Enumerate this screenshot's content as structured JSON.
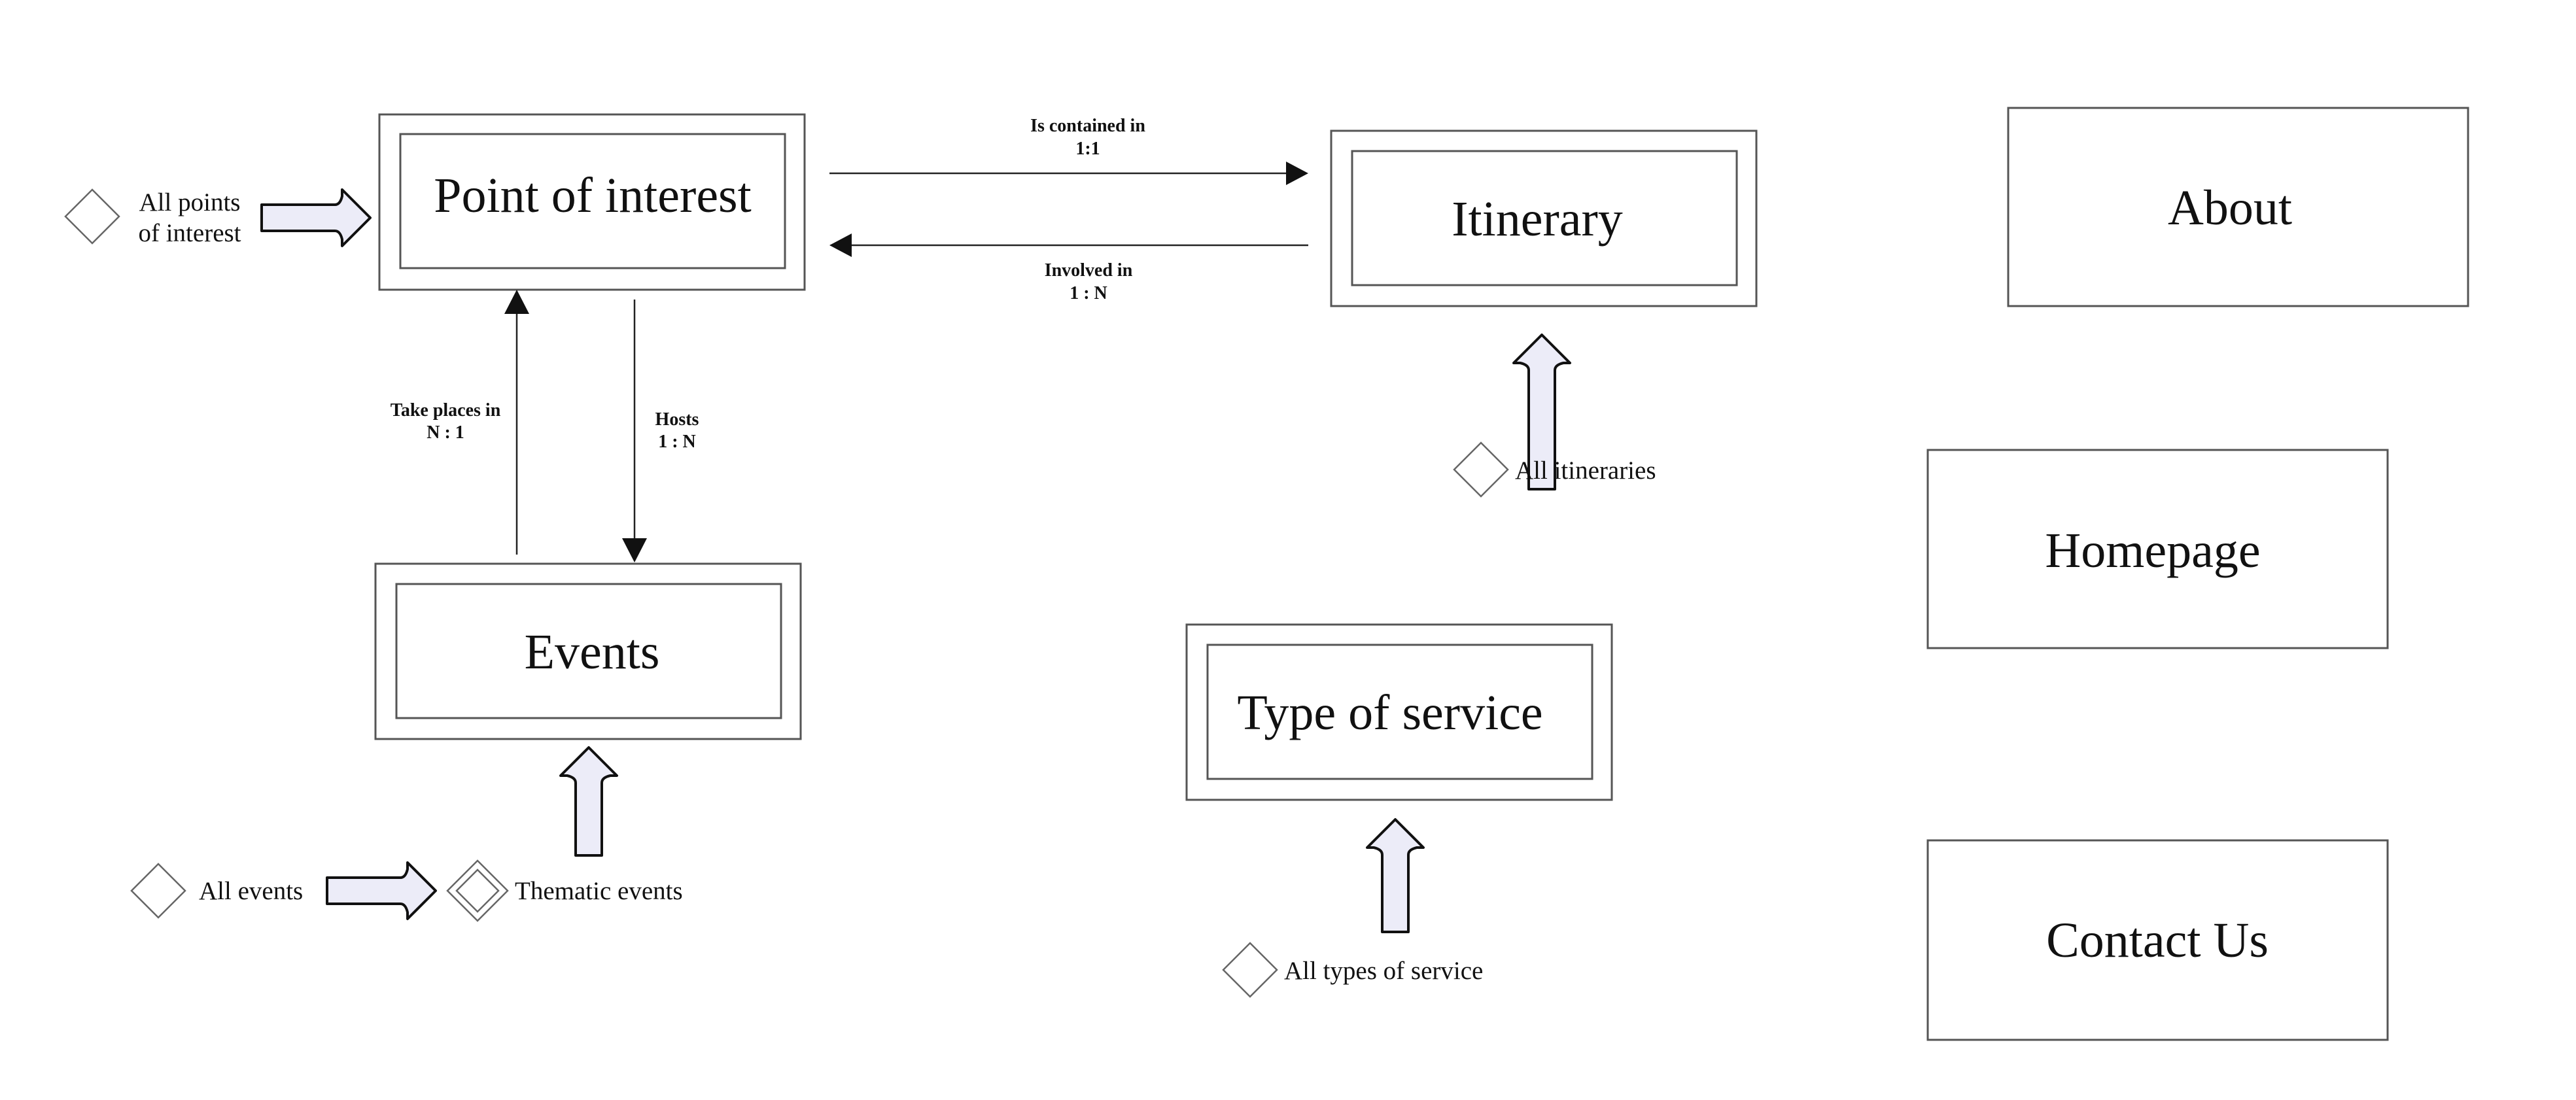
{
  "entities": {
    "point_of_interest": "Point of interest",
    "itinerary": "Itinerary",
    "events": "Events",
    "type_of_service": "Type of service"
  },
  "pages": {
    "about": "About",
    "homepage": "Homepage",
    "contact_us": "Contact Us"
  },
  "landmarks": {
    "all_points_line1": "All points",
    "all_points_line2": "of interest",
    "all_itineraries": "All itineraries",
    "all_events": "All events",
    "thematic_events": "Thematic events",
    "all_types_of_service": "All types of service"
  },
  "relations": {
    "is_contained_in": {
      "label": "Is contained in",
      "cardinality": "1:1"
    },
    "involved_in": {
      "label": "Involved in",
      "cardinality": "1 : N"
    },
    "take_places_in": {
      "label": "Take places in",
      "cardinality": "N : 1"
    },
    "hosts": {
      "label": "Hosts",
      "cardinality": "1 : N"
    }
  },
  "colors": {
    "arrow_fill": "#ececf8",
    "stroke": "#555555"
  }
}
